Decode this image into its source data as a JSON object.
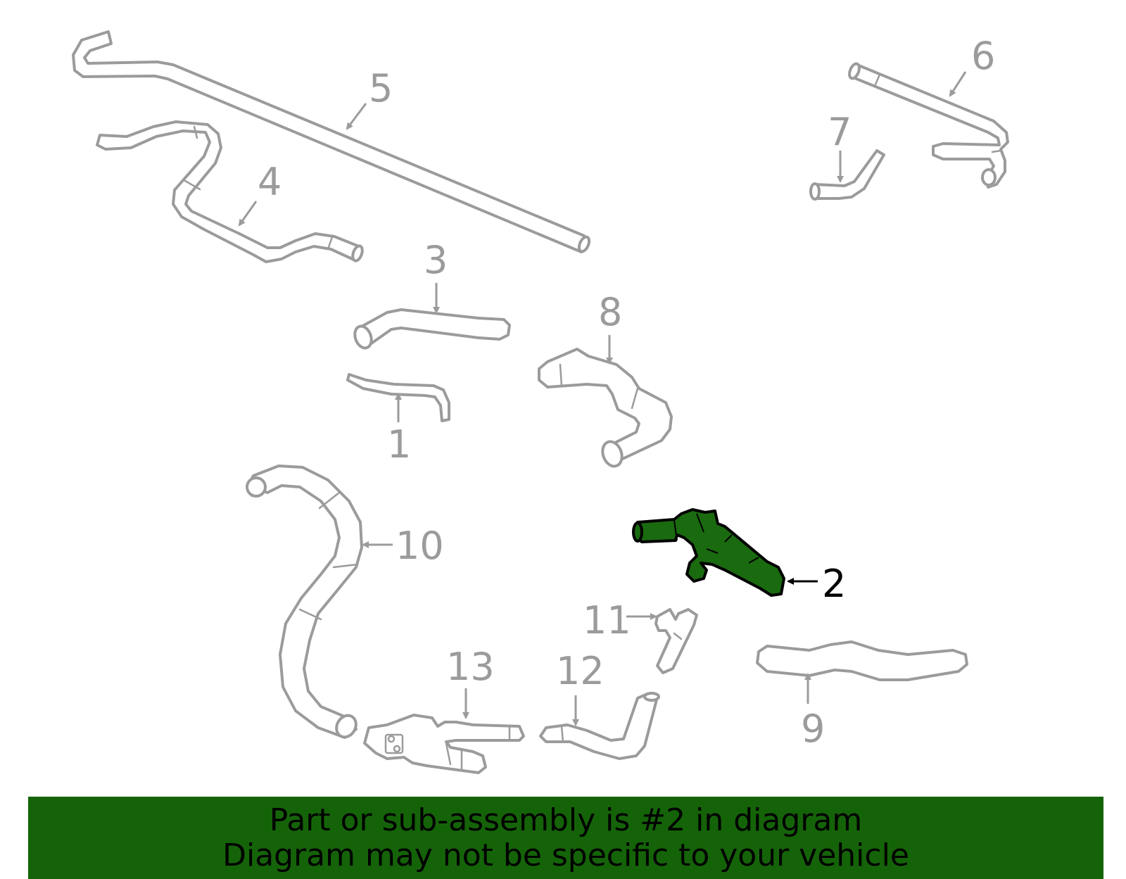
{
  "callouts": {
    "c1": "1",
    "c2": "2",
    "c3": "3",
    "c4": "4",
    "c5": "5",
    "c6": "6",
    "c7": "7",
    "c8": "8",
    "c9": "9",
    "c10": "10",
    "c11": "11",
    "c12": "12",
    "c13": "13"
  },
  "highlighted_part": "2",
  "colors": {
    "highlight_part": "#1a6a10",
    "banner_background": "#156309",
    "outline": "#9b9b9b"
  },
  "banner": {
    "line1": "Part or sub-assembly is #2 in diagram",
    "line2": "Diagram may not be specific to your vehicle"
  }
}
